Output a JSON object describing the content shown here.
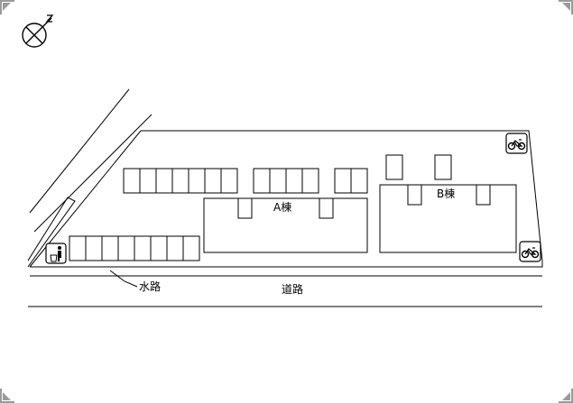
{
  "labels": {
    "building_a": "A棟",
    "building_b": "B棟",
    "waterway": "水路",
    "road": "道路"
  },
  "icons": {
    "north_arrow": "north-arrow-icon",
    "trash": "trash-collection-icon",
    "bicycle": "bicycle-parking-icon"
  },
  "parking": {
    "top_left_slots": 7,
    "top_middle_slots": 4,
    "top_right_slots": 2,
    "bottom_left_slots": 8
  },
  "colors": {
    "line": "#000000",
    "background": "#ffffff",
    "corner_mark": "#9a9a9a"
  }
}
